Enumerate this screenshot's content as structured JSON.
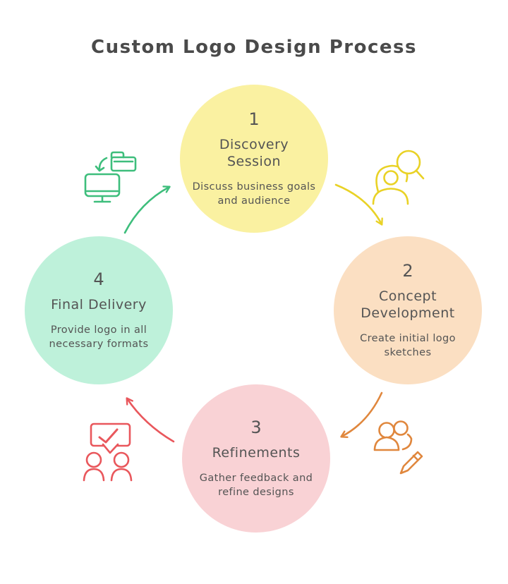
{
  "title": "Custom Logo Design Process",
  "steps": [
    {
      "number": "1",
      "title": "Discovery Session",
      "title_lines": [
        "Discovery",
        "Session"
      ],
      "description": "Discuss business goals and audience",
      "description_lines": [
        "Discuss business goals",
        "and audience"
      ]
    },
    {
      "number": "2",
      "title": "Concept Development",
      "title_lines": [
        "Concept",
        "Development"
      ],
      "description": "Create initial logo sketches",
      "description_lines": [
        "Create initial logo",
        "sketches"
      ]
    },
    {
      "number": "3",
      "title": "Refinements",
      "title_lines": [
        "Refinements"
      ],
      "description": "Gather feedback and refine designs",
      "description_lines": [
        "Gather feedback and",
        "refine designs"
      ]
    },
    {
      "number": "4",
      "title": "Final Delivery",
      "title_lines": [
        "Final Delivery"
      ],
      "description": "Provide logo in all necessary formats",
      "description_lines": [
        "Provide logo in all",
        "necessary formats"
      ]
    }
  ],
  "icons": {
    "between_1_and_2": "user-search-icon",
    "between_2_and_3": "team-sketch-icon",
    "between_3_and_4": "feedback-approval-icon",
    "between_4_and_1": "file-delivery-icon"
  },
  "colors": {
    "background": "#ffffff",
    "title_text": "#4a4a4a",
    "text": "#545454",
    "step1_fill": "#faf1a1",
    "step1_accent": "#e9d226",
    "step2_fill": "#fbdfc2",
    "step2_accent": "#e0873d",
    "step3_fill": "#f9d2d5",
    "step3_accent": "#e9575c",
    "step4_fill": "#bef1da",
    "step4_accent": "#3ebe7c"
  }
}
